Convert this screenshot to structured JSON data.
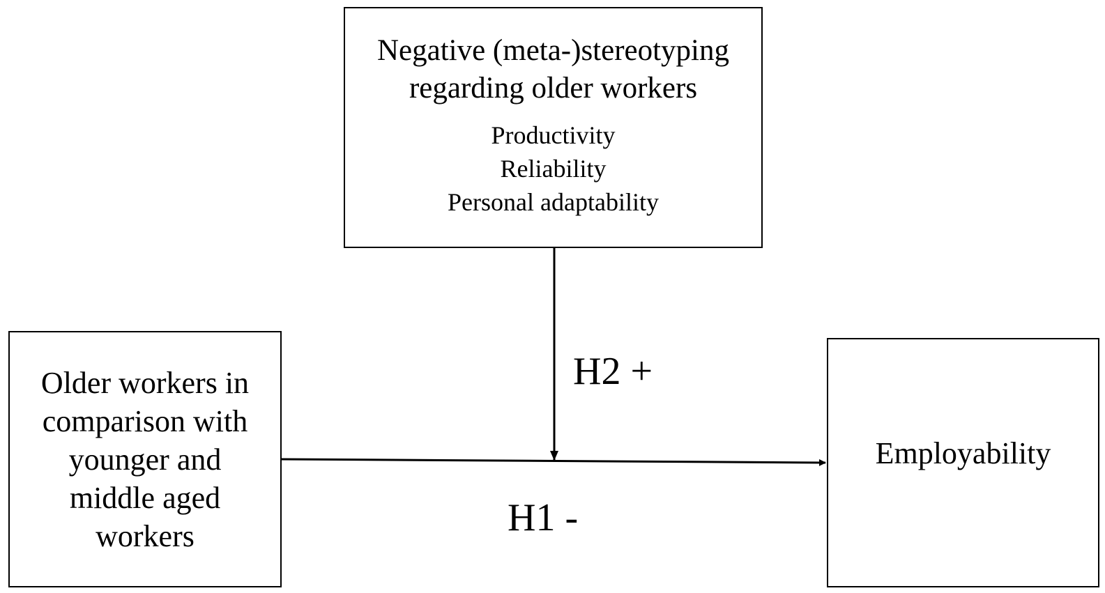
{
  "moderator": {
    "title_line1": "Negative (meta-)stereotyping",
    "title_line2": "regarding older workers",
    "dimensions": [
      "Productivity",
      "Reliability",
      "Personal  adaptability"
    ]
  },
  "predictor": {
    "lines": [
      "Older workers in",
      "comparison with",
      "younger and",
      "middle aged",
      "workers"
    ]
  },
  "outcome": {
    "label": "Employability"
  },
  "hypotheses": {
    "h2": "H2 +",
    "h1": "H1 -"
  },
  "colors": {
    "stroke": "#000000",
    "background": "#ffffff"
  }
}
